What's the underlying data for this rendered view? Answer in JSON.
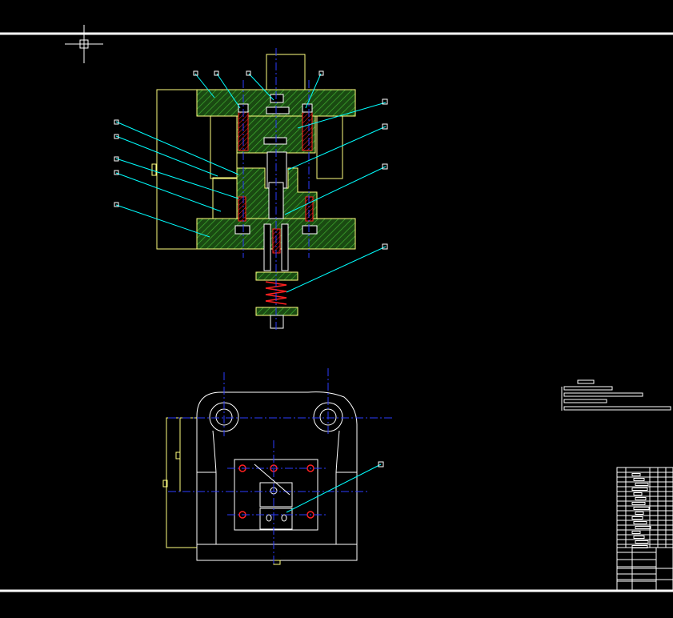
{
  "colors": {
    "background": "#000000",
    "frame": "#ffffff",
    "outline": "#ffff80",
    "hatch": "#3fae2f",
    "leader": "#00ffff",
    "centerline": "#2b3bff",
    "spring": "#ff2020",
    "white": "#ffffff"
  },
  "icons": {
    "cursor": "crosshair-cursor-icon"
  },
  "drawing": {
    "section_view": "die-section-view",
    "plan_view": "die-plan-view",
    "notes": "technical-notes-block",
    "title_block": "title-block-table"
  }
}
